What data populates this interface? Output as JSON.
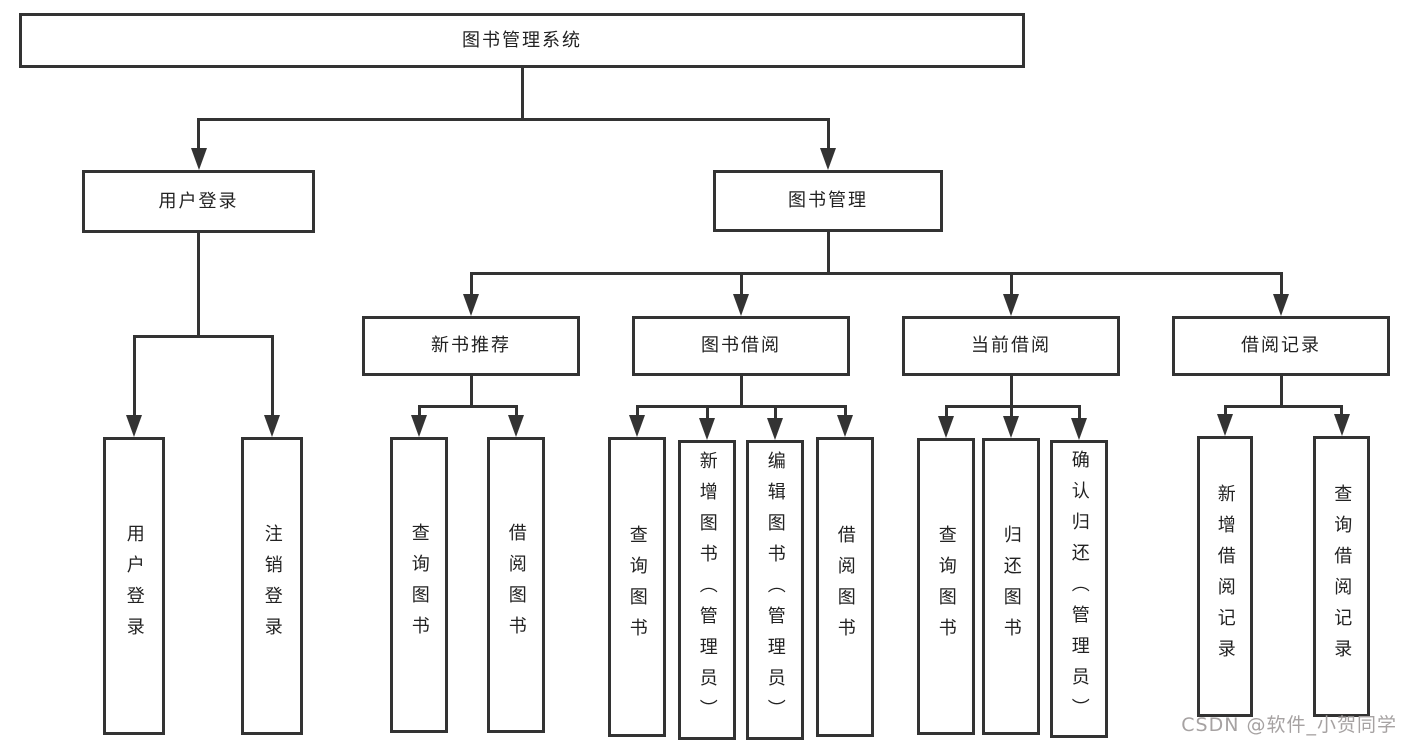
{
  "colors": {
    "stroke": "#333333",
    "text": "#222222",
    "background": "#ffffff",
    "watermark": "#a6a2a2"
  },
  "watermark": {
    "text": "CSDN @软件_小贺同学"
  },
  "tree": {
    "id": "system",
    "label": "图书管理系统",
    "children": [
      {
        "id": "user-login",
        "label": "用户登录",
        "children": [
          {
            "id": "user-login-op",
            "label": "用户登录",
            "vertical": true
          },
          {
            "id": "logout-op",
            "label": "注销登录",
            "vertical": true
          }
        ]
      },
      {
        "id": "book-mgmt",
        "label": "图书管理",
        "children": [
          {
            "id": "new-book-rec",
            "label": "新书推荐",
            "children": [
              {
                "id": "nbr-query-book",
                "label": "查询图书",
                "vertical": true
              },
              {
                "id": "nbr-borrow-book",
                "label": "借阅图书",
                "vertical": true
              }
            ]
          },
          {
            "id": "book-borrow",
            "label": "图书借阅",
            "children": [
              {
                "id": "bb-query-book",
                "label": "查询图书",
                "vertical": true
              },
              {
                "id": "bb-add-book",
                "label": "新增图书（管理员）",
                "vertical": true
              },
              {
                "id": "bb-edit-book",
                "label": "编辑图书（管理员）",
                "vertical": true
              },
              {
                "id": "bb-borrow-book",
                "label": "借阅图书",
                "vertical": true
              }
            ]
          },
          {
            "id": "current-borrow",
            "label": "当前借阅",
            "children": [
              {
                "id": "cb-query-book",
                "label": "查询图书",
                "vertical": true
              },
              {
                "id": "cb-return-book",
                "label": "归还图书",
                "vertical": true
              },
              {
                "id": "cb-confirm-return",
                "label": "确认归还（管理员）",
                "vertical": true
              }
            ]
          },
          {
            "id": "borrow-records",
            "label": "借阅记录",
            "children": [
              {
                "id": "br-add-record",
                "label": "新增借阅记录",
                "vertical": true
              },
              {
                "id": "br-query-record",
                "label": "查询借阅记录",
                "vertical": true
              }
            ]
          }
        ]
      }
    ]
  }
}
